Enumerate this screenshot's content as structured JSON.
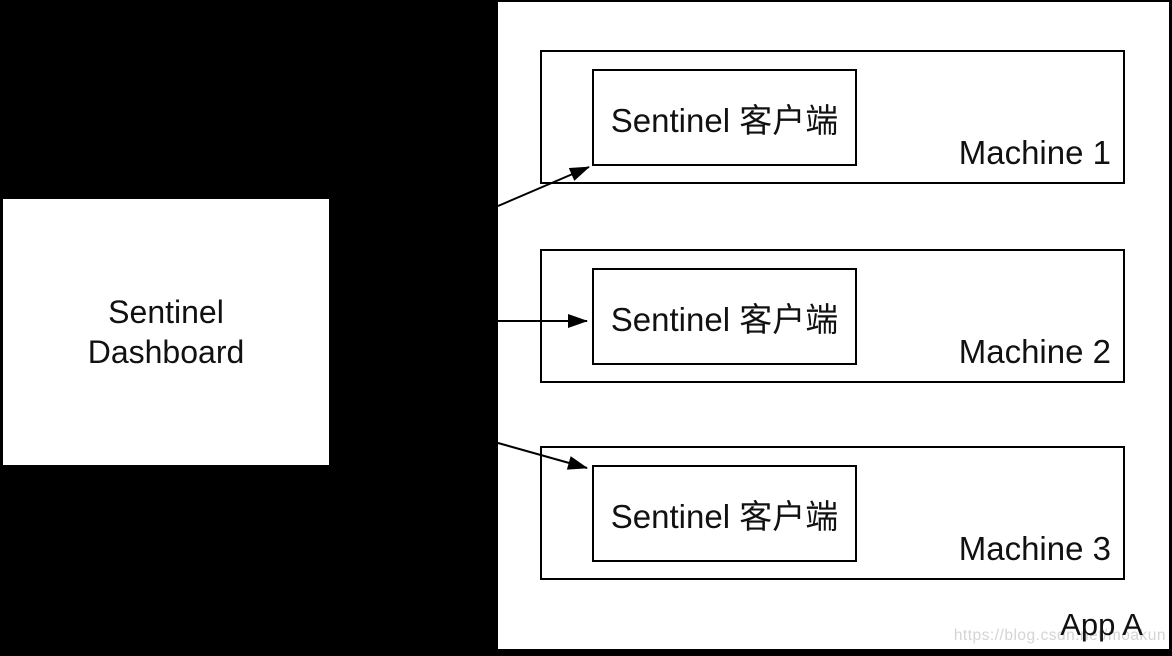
{
  "dashboard": {
    "line1": "Sentinel",
    "line2": "Dashboard"
  },
  "app_container": {
    "label": "App A",
    "machines": [
      {
        "name": "Machine 1",
        "client_label": "Sentinel 客户端"
      },
      {
        "name": "Machine 2",
        "client_label": "Sentinel 客户端"
      },
      {
        "name": "Machine 3",
        "client_label": "Sentinel 客户端"
      }
    ]
  },
  "watermark": "https://blog.csdn.net/moakun",
  "colors": {
    "background": "#000000",
    "surface": "#ffffff",
    "line": "#000000",
    "text": "#111111",
    "watermark": "#d4d4d4"
  },
  "icons": {
    "arrow_1": "arrowhead pointing to Sentinel client of Machine 1",
    "arrow_2": "arrowhead pointing to Sentinel client of Machine 2",
    "arrow_3": "arrowhead pointing to Sentinel client of Machine 3"
  }
}
